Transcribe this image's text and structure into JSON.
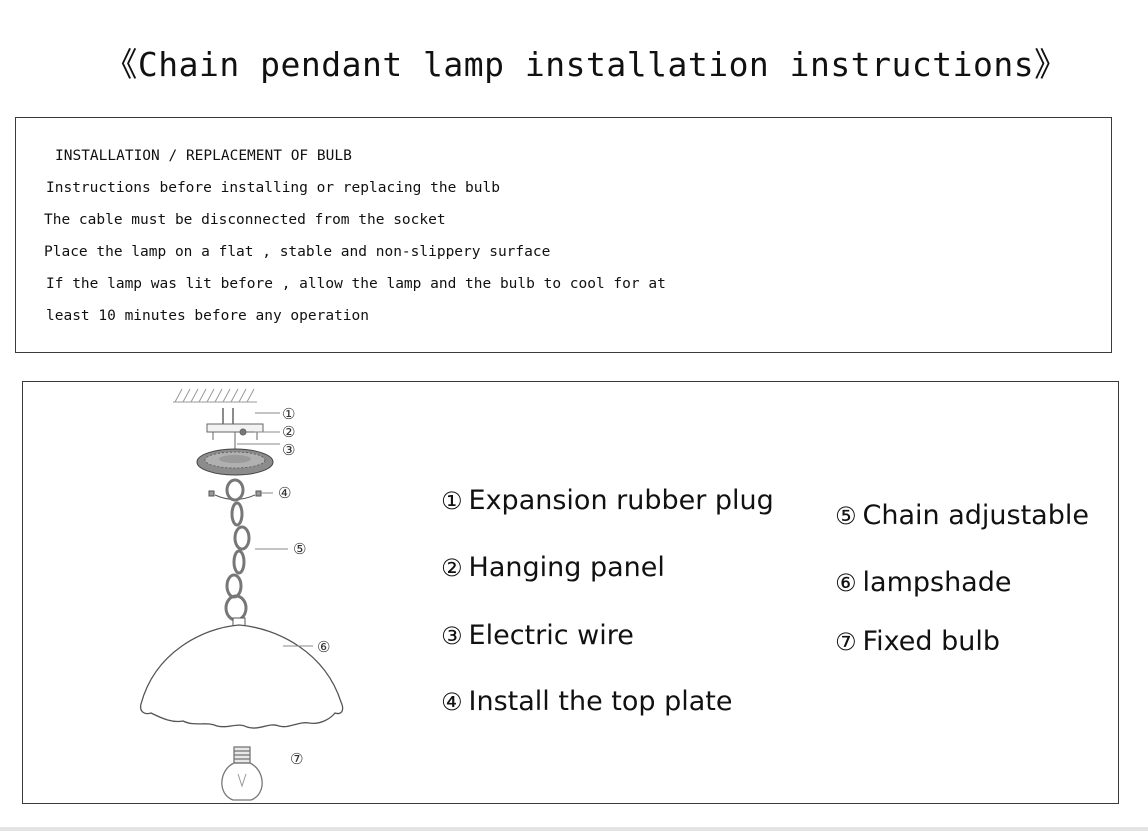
{
  "title": "《Chain pendant lamp installation instructions》",
  "notice": {
    "heading": "INSTALLATION / REPLACEMENT OF BULB",
    "lines": [
      "Instructions before installing or replacing the bulb",
      "The cable must be disconnected from the socket",
      "Place the lamp on a flat , stable and non-slippery surface",
      "If the lamp was lit before , allow the lamp and the bulb to cool for at",
      "least 10 minutes before any operation"
    ]
  },
  "diagram": {
    "callouts": [
      "①",
      "②",
      "③",
      "④",
      "⑤",
      "⑥",
      "⑦"
    ],
    "legend": [
      {
        "num": "①",
        "label": "Expansion rubber plug"
      },
      {
        "num": "②",
        "label": "Hanging panel"
      },
      {
        "num": "③",
        "label": "Electric wire"
      },
      {
        "num": "④",
        "label": "Install the top plate"
      },
      {
        "num": "⑤",
        "label": "Chain adjustable"
      },
      {
        "num": "⑥",
        "label": "lampshade"
      },
      {
        "num": "⑦",
        "label": "Fixed bulb"
      }
    ]
  },
  "colors": {
    "ink": "#111111",
    "border": "#3a3a3a",
    "drawing": "#555555"
  }
}
